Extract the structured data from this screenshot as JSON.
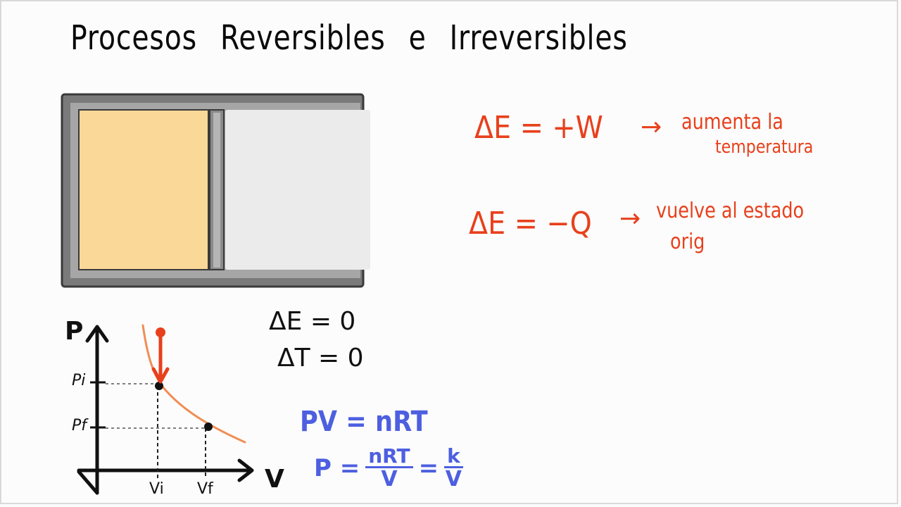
{
  "title": "Procesos Reversibles e Irreversibles",
  "equations": {
    "work_lhs": "ΔE = +W",
    "work_arrow": "→",
    "work_note_line1": "aumenta la",
    "work_note_line2": "temperatura",
    "heat_lhs": "ΔE = −Q",
    "heat_arrow": "→",
    "heat_note_line1": "vuelve al estado",
    "heat_note_line2": "orig",
    "delta_e": "ΔE = 0",
    "delta_t": "ΔT = 0",
    "ideal_gas": "PV = nRT",
    "p_label": "P =",
    "frac1_num": "nRT",
    "frac1_den": "V",
    "equals": "=",
    "frac2_num": "k",
    "frac2_den": "V"
  },
  "graph": {
    "y_axis_label": "P",
    "x_axis_label": "V",
    "pi_label": "Pi",
    "pf_label": "Pf",
    "vi_label": "Vi",
    "vf_label": "Vf"
  },
  "colors": {
    "red": "#e8401c",
    "blue": "#4d5fe0",
    "gas": "#fad898",
    "cylinder": "#7a7a7a",
    "empty": "#ebebeb"
  }
}
